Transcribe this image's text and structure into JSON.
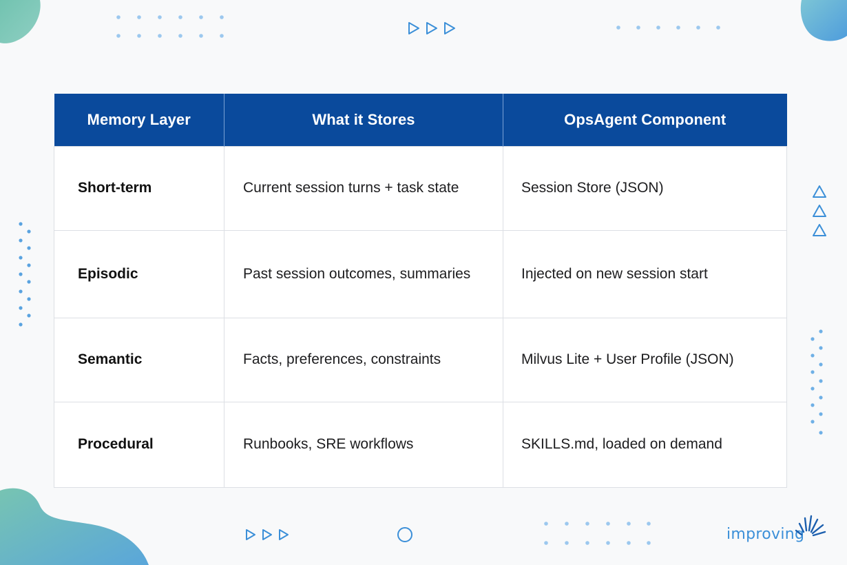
{
  "table": {
    "headers": [
      "Memory Layer",
      "What it Stores",
      "OpsAgent Component"
    ],
    "rows": [
      [
        "Short-term",
        "Current session turns + task state",
        "Session Store (JSON)"
      ],
      [
        "Episodic",
        "Past session outcomes, summaries",
        "Injected on new session start"
      ],
      [
        "Semantic",
        "Facts, preferences, constraints",
        "Milvus Lite + User Profile (JSON)"
      ],
      [
        "Procedural",
        "Runbooks, SRE workflows",
        "SKILLS.md, loaded on demand"
      ]
    ]
  },
  "branding": {
    "logo_text": "improving",
    "logo_icon": "starburst-icon"
  },
  "colors": {
    "header_bg": "#0a4a9c",
    "accent_blue": "#3b8fd8",
    "blob_teal": "#7cc5b6",
    "blob_blue": "#5fa6d9"
  },
  "decorations": {
    "icons": [
      "play-triangle-icon",
      "up-triangle-icon",
      "circle-outline-icon",
      "dot-grid"
    ]
  }
}
